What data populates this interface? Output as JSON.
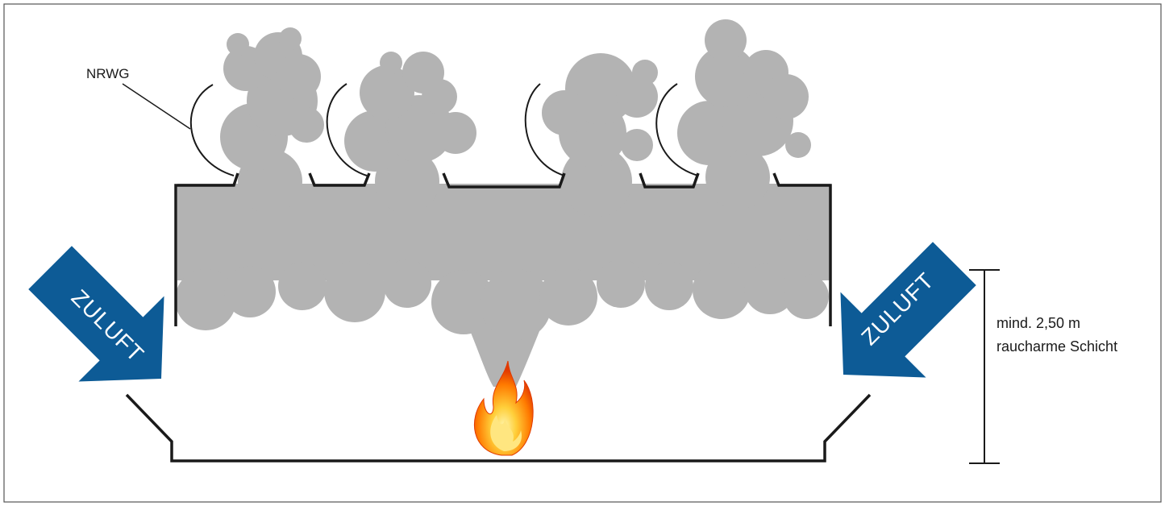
{
  "labels": {
    "nrwg": "NRWG",
    "zuluft_left": "ZULUFT",
    "zuluft_right": "ZULUFT",
    "dimension_line1": "mind. 2,50 m",
    "dimension_line2": "raucharme Schicht"
  },
  "colors": {
    "smoke": "#b3b3b3",
    "arrow": "#0d5b96",
    "outline": "#1a1a1a",
    "border": "#555555",
    "flame_outer": "#ff4a00",
    "flame_inner": "#ffcf3a"
  },
  "icons": {
    "fire": "fire-icon",
    "smoke": "smoke-cloud-icon",
    "vent": "vent-flap-icon",
    "air_inlet": "arrow-down-right-icon"
  }
}
